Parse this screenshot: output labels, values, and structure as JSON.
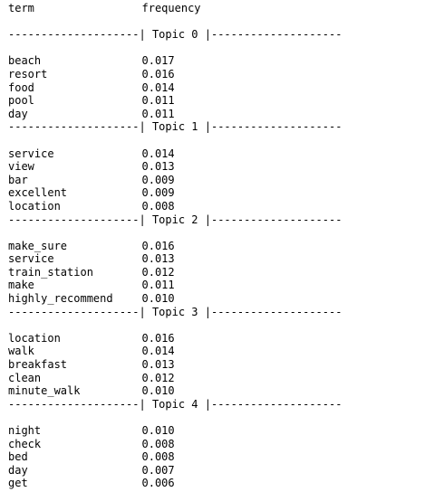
{
  "header": {
    "term_label": "term",
    "frequency_label": "frequency"
  },
  "topics": [
    {
      "separator": "--------------------| Topic 0 |--------------------",
      "rows": [
        {
          "term": "beach",
          "frequency": "0.017"
        },
        {
          "term": "resort",
          "frequency": "0.016"
        },
        {
          "term": "food",
          "frequency": "0.014"
        },
        {
          "term": "pool",
          "frequency": "0.011"
        },
        {
          "term": "day",
          "frequency": "0.011"
        }
      ]
    },
    {
      "separator": "--------------------| Topic 1 |--------------------",
      "rows": [
        {
          "term": "service",
          "frequency": "0.014"
        },
        {
          "term": "view",
          "frequency": "0.013"
        },
        {
          "term": "bar",
          "frequency": "0.009"
        },
        {
          "term": "excellent",
          "frequency": "0.009"
        },
        {
          "term": "location",
          "frequency": "0.008"
        }
      ]
    },
    {
      "separator": "--------------------| Topic 2 |--------------------",
      "rows": [
        {
          "term": "make_sure",
          "frequency": "0.016"
        },
        {
          "term": "service",
          "frequency": "0.013"
        },
        {
          "term": "train_station",
          "frequency": "0.012"
        },
        {
          "term": "make",
          "frequency": "0.011"
        },
        {
          "term": "highly_recommend",
          "frequency": "0.010"
        }
      ]
    },
    {
      "separator": "--------------------| Topic 3 |--------------------",
      "rows": [
        {
          "term": "location",
          "frequency": "0.016"
        },
        {
          "term": "walk",
          "frequency": "0.014"
        },
        {
          "term": "breakfast",
          "frequency": "0.013"
        },
        {
          "term": "clean",
          "frequency": "0.012"
        },
        {
          "term": "minute_walk",
          "frequency": "0.010"
        }
      ]
    },
    {
      "separator": "--------------------| Topic 4 |--------------------",
      "rows": [
        {
          "term": "night",
          "frequency": "0.010"
        },
        {
          "term": "check",
          "frequency": "0.008"
        },
        {
          "term": "bed",
          "frequency": "0.008"
        },
        {
          "term": "day",
          "frequency": "0.007"
        },
        {
          "term": "get",
          "frequency": "0.006"
        }
      ]
    }
  ]
}
